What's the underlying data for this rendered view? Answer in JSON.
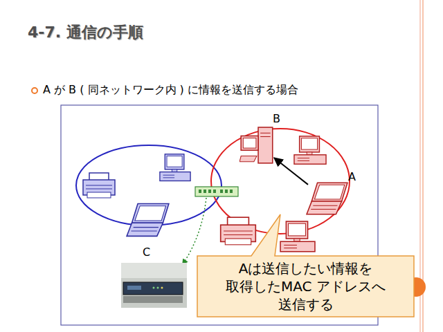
{
  "diagram": {
    "title": "4-7. 通信の手順",
    "nodes": [
      {
        "text": [
          "B"
        ]
      },
      {
        "text": [
          "A"
        ]
      },
      {
        "text": [
          "Aは送信したい情報を 取得したMAC アドレスへ 送信する"
        ]
      }
    ],
    "edges": [
      {
        "from": 1,
        "to": 0,
        "arrow": "to"
      }
    ],
    "labels": [
      "A が B ( 同ネットワーク内 ) に情報を送信する場合",
      "C"
    ]
  }
}
